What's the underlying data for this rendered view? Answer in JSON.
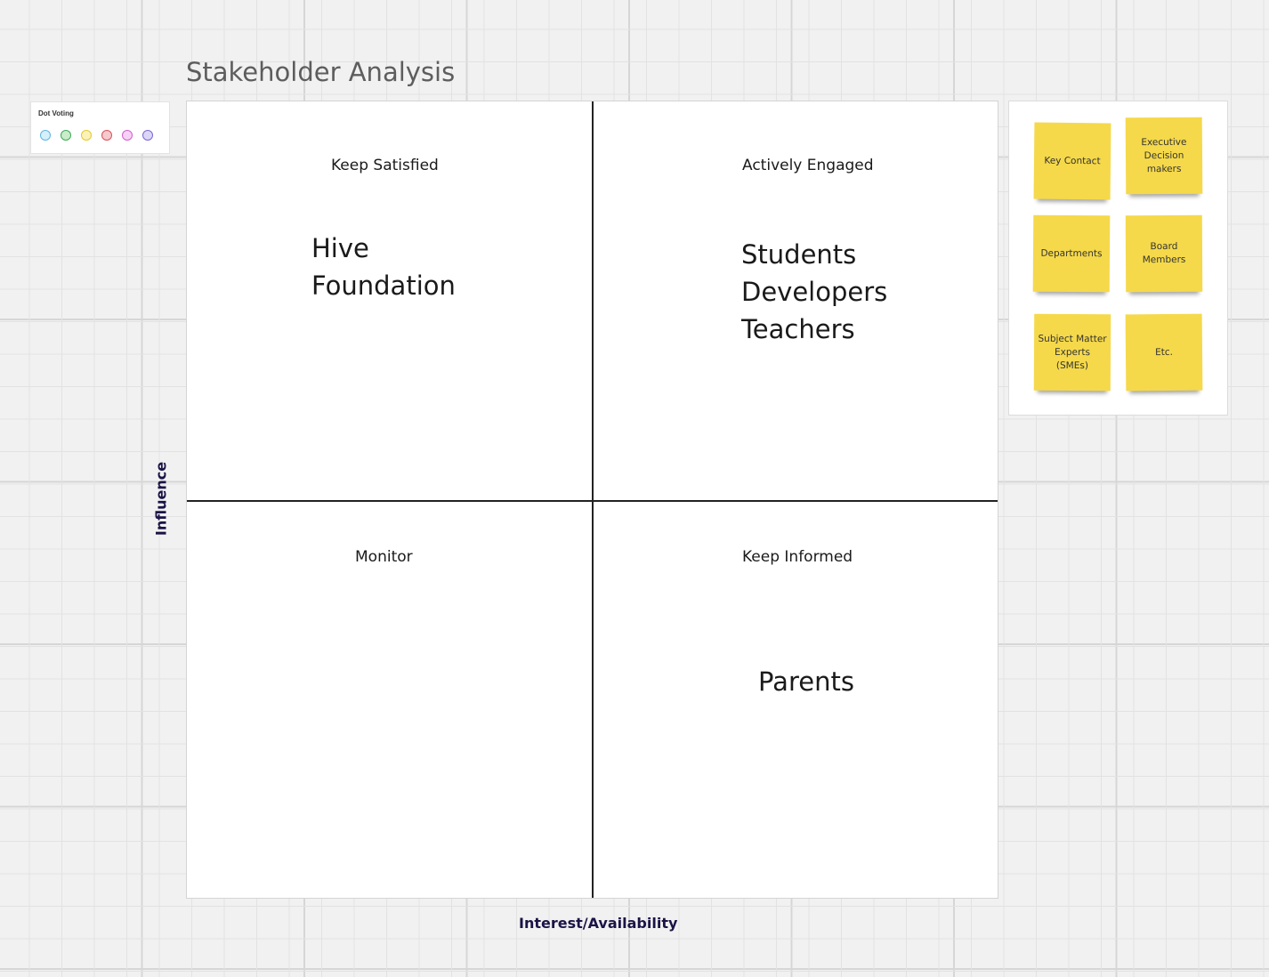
{
  "board": {
    "title": "Stakeholder Analysis"
  },
  "dot_voting": {
    "title": "Dot Voting",
    "dots": [
      {
        "name": "blue",
        "fill": "#d6f0fb",
        "stroke": "#5bb7e0"
      },
      {
        "name": "green",
        "fill": "#c9ecc9",
        "stroke": "#3daa5a"
      },
      {
        "name": "yellow",
        "fill": "#fbf2b8",
        "stroke": "#e2c92e"
      },
      {
        "name": "red",
        "fill": "#f6c9cc",
        "stroke": "#d9505c"
      },
      {
        "name": "pink",
        "fill": "#f7d2f4",
        "stroke": "#d05fcd"
      },
      {
        "name": "purple",
        "fill": "#dcd6f6",
        "stroke": "#7b67d6"
      }
    ]
  },
  "matrix": {
    "x_axis_label": "Interest/Availability",
    "y_axis_label": "Influence",
    "quadrants": {
      "top_left": {
        "label": "Keep Satisfied",
        "stakeholders": [
          "Hive",
          "Foundation"
        ]
      },
      "top_right": {
        "label": "Actively Engaged",
        "stakeholders": [
          "Students",
          "Developers",
          "Teachers"
        ]
      },
      "bottom_left": {
        "label": "Monitor",
        "stakeholders": []
      },
      "bottom_right": {
        "label": "Keep Informed",
        "stakeholders": [
          "Parents"
        ]
      }
    }
  },
  "sticky_notes": [
    {
      "text": "Key Contact"
    },
    {
      "text": "Executive Decision makers"
    },
    {
      "text": "Departments"
    },
    {
      "text": "Board Members"
    },
    {
      "text": "Subject Matter Experts (SMEs)"
    },
    {
      "text": "Etc."
    }
  ],
  "colors": {
    "sticky": "#f5d94a",
    "axis_label": "#1b1446"
  }
}
